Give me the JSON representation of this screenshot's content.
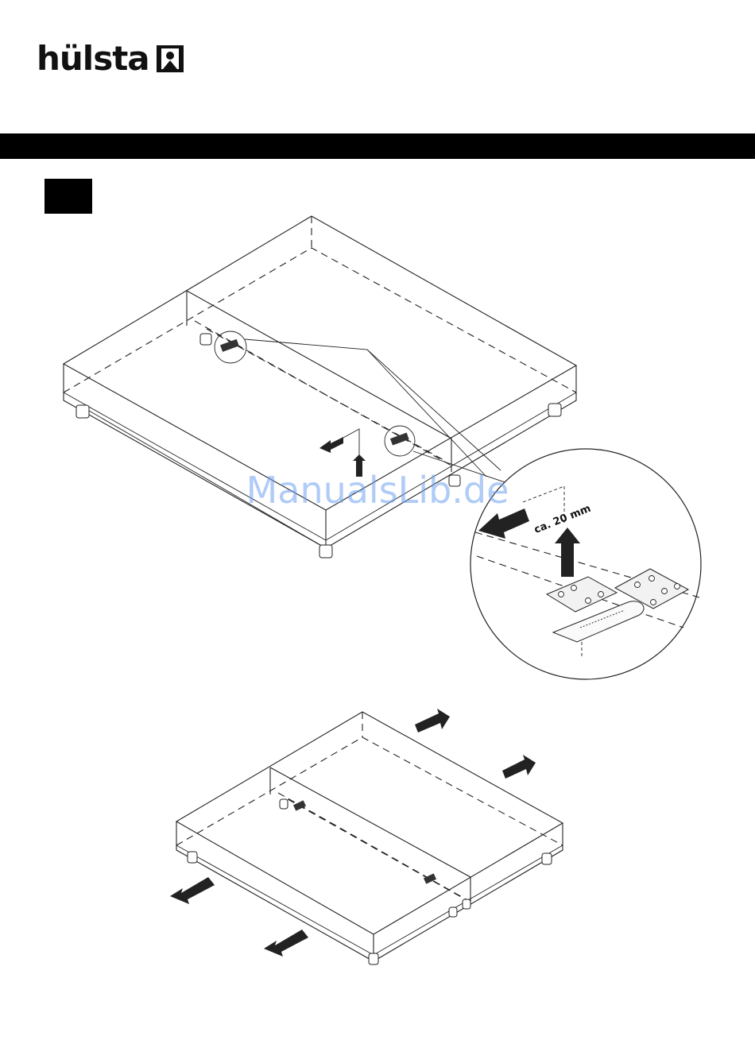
{
  "header": {
    "brand_name": "hülsta",
    "step_number": ""
  },
  "detail": {
    "dimension_label": "ca. 20 mm"
  },
  "watermark": {
    "text": "ManualsLib.de"
  },
  "colors": {
    "ink": "#111111",
    "bar": "#000000",
    "watermark": "#6ea0f0"
  },
  "icons": {
    "brand_mark": "huelsta-logo-mark",
    "arrows": "block-arrow"
  }
}
